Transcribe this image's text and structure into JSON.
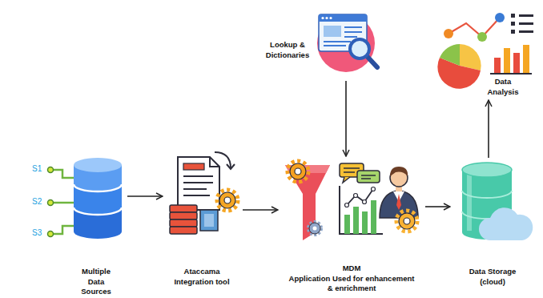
{
  "diagram": {
    "nodes": [
      {
        "text": [
          "Lookup & Dictionaries"
        ]
      },
      {
        "text": [
          "Data Analysis"
        ]
      },
      {
        "text": [
          "Multiple Data Sources"
        ]
      },
      {
        "text": [
          "Ataccama Integration tool"
        ]
      },
      {
        "text": [
          "MDM",
          "Application Used for enhancement & enrichment"
        ]
      },
      {
        "text": [
          "Data Storage (cloud)"
        ]
      }
    ],
    "edges": [
      {
        "from": 2,
        "to": 3,
        "arrow": "to"
      },
      {
        "from": 3,
        "to": 4,
        "arrow": "to"
      },
      {
        "from": 0,
        "to": 4,
        "arrow": "to"
      },
      {
        "from": 4,
        "to": 5,
        "arrow": "to"
      },
      {
        "from": 5,
        "to": 1,
        "arrow": "to"
      }
    ],
    "labels": [
      "S1",
      "S2",
      "S3"
    ]
  }
}
